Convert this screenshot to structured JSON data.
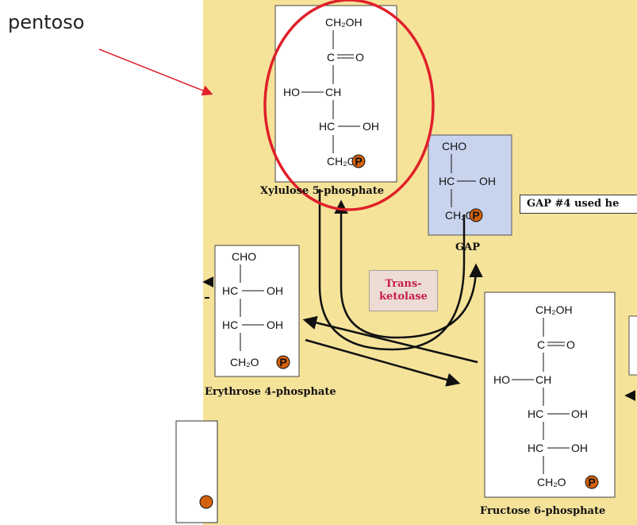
{
  "note": {
    "text": "pentoso"
  },
  "molecules": {
    "xylulose": {
      "name": "Xylulose 5-phosphate",
      "c1": "CH₂OH",
      "c2": "C",
      "c2_right": "O",
      "c3": "CH",
      "c3_left": "HO",
      "c4": "HC",
      "c4_right": "OH",
      "c5": "CH₂O",
      "phosphate": "P"
    },
    "gap": {
      "name": "GAP",
      "c1": "CHO",
      "c2": "HC",
      "c2_right": "OH",
      "c3": "CH₂O",
      "phosphate": "P"
    },
    "erythrose": {
      "name": "Erythrose 4-phosphate",
      "c1": "CHO",
      "c2": "HC",
      "c2_right": "OH",
      "c3": "HC",
      "c3_right": "OH",
      "c4": "CH₂O",
      "phosphate": "P"
    },
    "fructose": {
      "name": "Fructose 6-phosphate",
      "c1": "CH₂OH",
      "c2": "C",
      "c2_right": "O",
      "c3": "CH",
      "c3_left": "HO",
      "c4": "HC",
      "c4_right": "OH",
      "c5": "HC",
      "c5_right": "OH",
      "c6": "CH₂O",
      "phosphate": "P"
    }
  },
  "enzyme": {
    "label": "Trans-\nketolase"
  },
  "gap_note": {
    "text": "GAP #4 used he"
  },
  "colors": {
    "panel": "#f6e39a",
    "highlight": "#e0202a",
    "phosphate": "#d4620d",
    "gap_box": "#c8d4ee"
  }
}
